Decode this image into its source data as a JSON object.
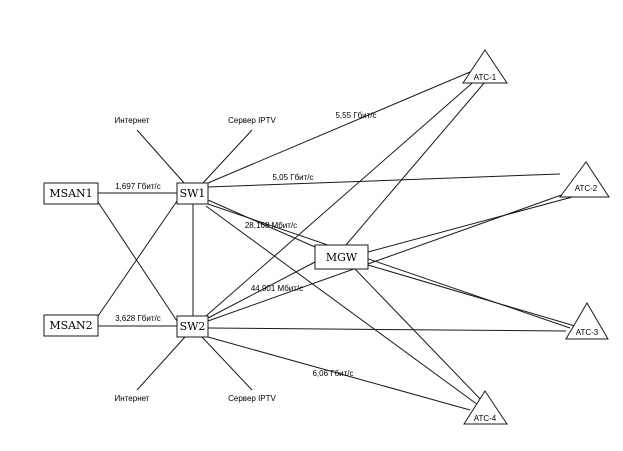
{
  "nodes": {
    "msan1": "MSAN1",
    "msan2": "MSAN2",
    "sw1": "SW1",
    "sw2": "SW2",
    "mgw": "MGW",
    "ats1": "АТС-1",
    "ats2": "АТС-2",
    "ats3": "АТС-3",
    "ats4": "АТС-4"
  },
  "external": {
    "internet_top": "Интернет",
    "iptv_top": "Сервер IPTV",
    "internet_bottom": "Интернет",
    "iptv_bottom": "Сервер IPTV"
  },
  "links": {
    "msan1_sw1": "1,697 Гбит/с",
    "msan2_sw2": "3,628 Гбит/с",
    "sw1_ats1": "5,55 Гбит/с",
    "sw1_ats2": "5,05 Гбит/с",
    "sw1_mgw": "28,168 Мбит/с",
    "sw2_mgw": "44,901 Мбит/с",
    "sw2_ats4": "6,06 Гбит/с"
  }
}
